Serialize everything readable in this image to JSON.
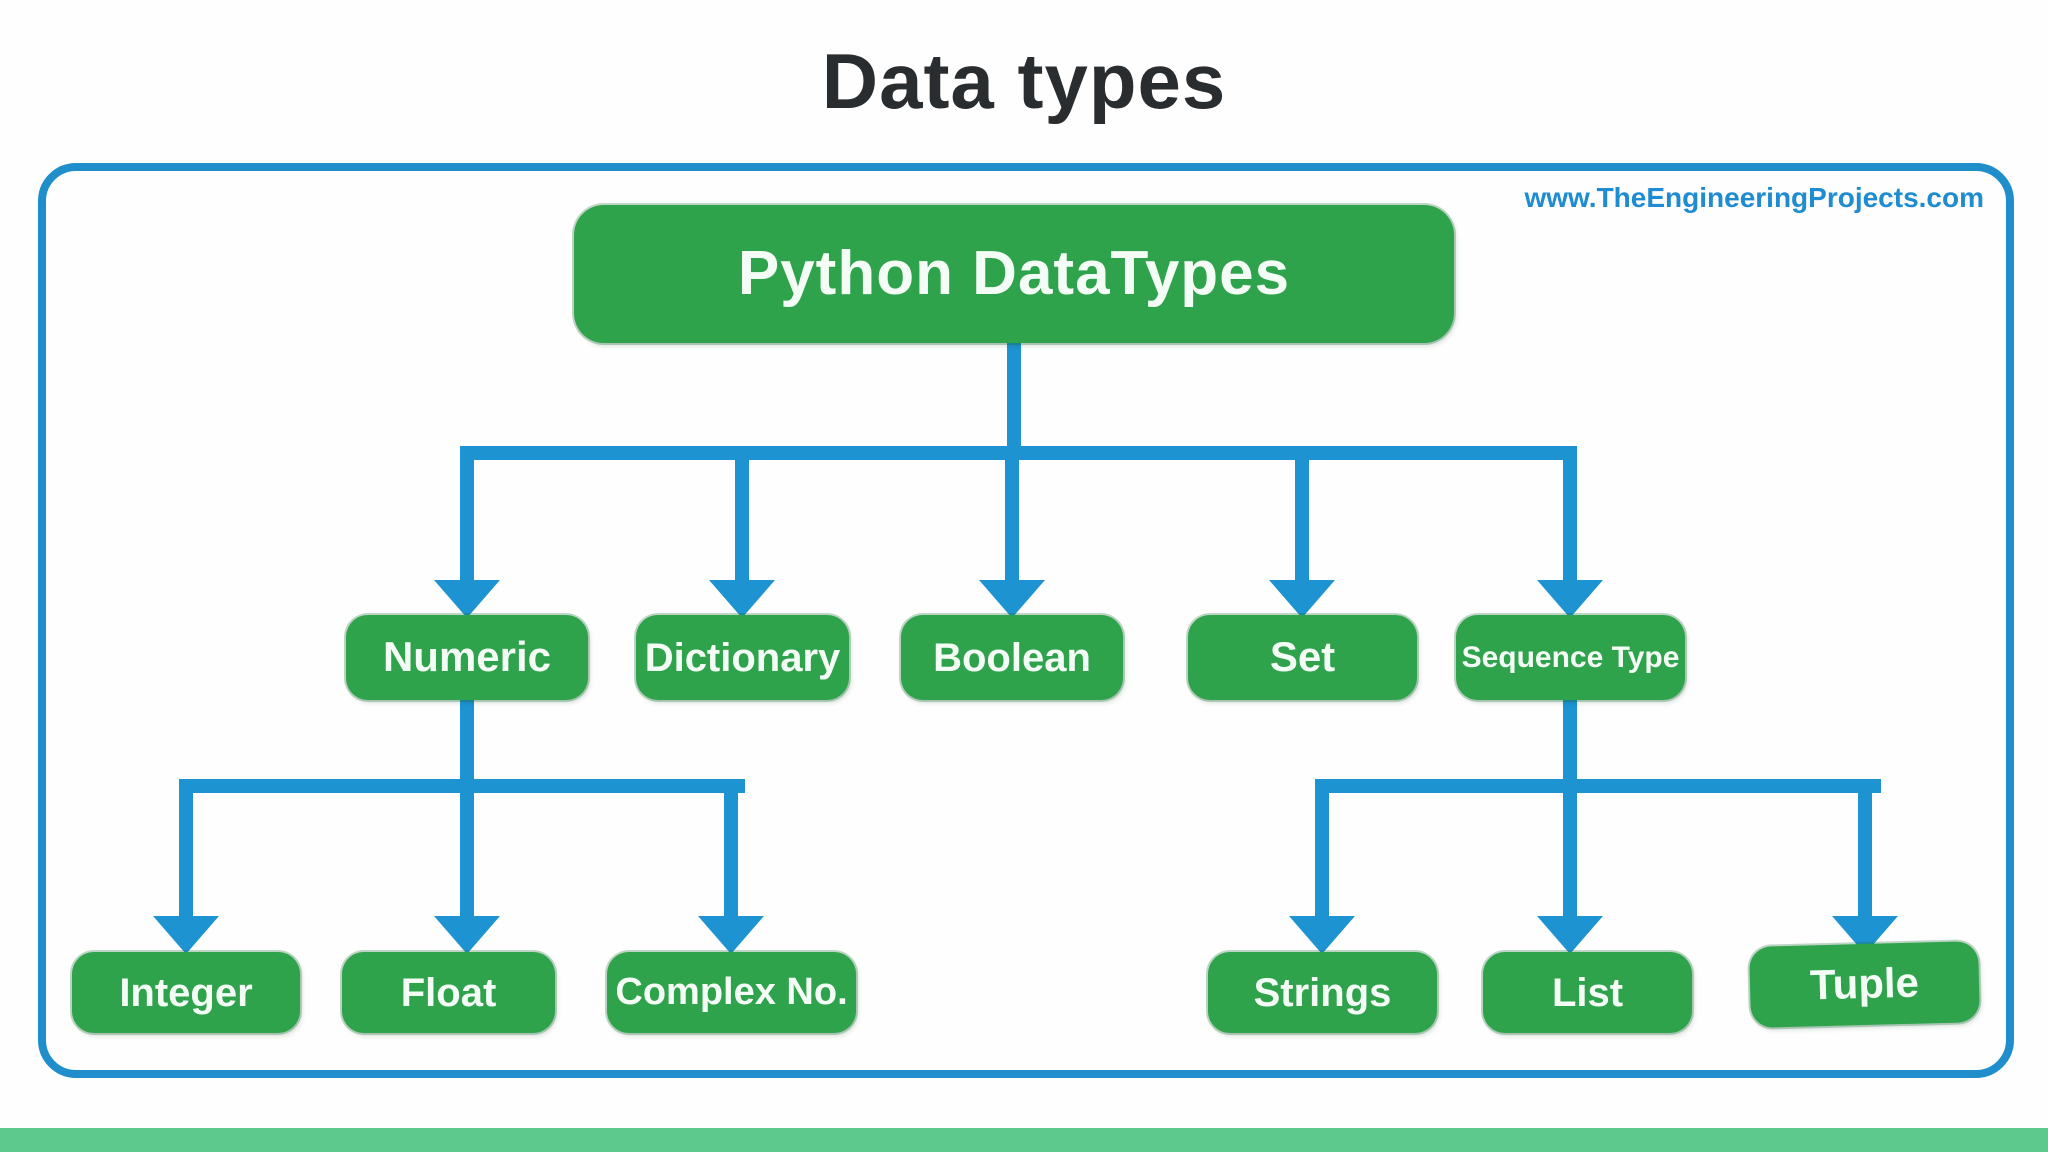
{
  "page": {
    "title": "Data types",
    "watermark": "www.TheEngineeringProjects.com"
  },
  "diagram": {
    "root": {
      "label": "Python DataTypes"
    },
    "level2": [
      {
        "id": "numeric",
        "label": "Numeric"
      },
      {
        "id": "dictionary",
        "label": "Dictionary"
      },
      {
        "id": "boolean",
        "label": "Boolean"
      },
      {
        "id": "set",
        "label": "Set"
      },
      {
        "id": "sequence-type",
        "label": "Sequence Type"
      }
    ],
    "numeric_children": [
      {
        "label": "Integer"
      },
      {
        "label": "Float"
      },
      {
        "label": "Complex No."
      }
    ],
    "sequence_children": [
      {
        "label": "Strings"
      },
      {
        "label": "List"
      },
      {
        "label": "Tuple"
      }
    ],
    "colors": {
      "node_green": "#2fa24c",
      "connector_blue": "#1d93d2",
      "frame_blue": "#1f8ecb",
      "watermark_blue": "#1f8bd1",
      "title_dark": "#2a2d2f",
      "footer_mint": "#5dc98c",
      "node_text": "#f4fdf5"
    }
  }
}
